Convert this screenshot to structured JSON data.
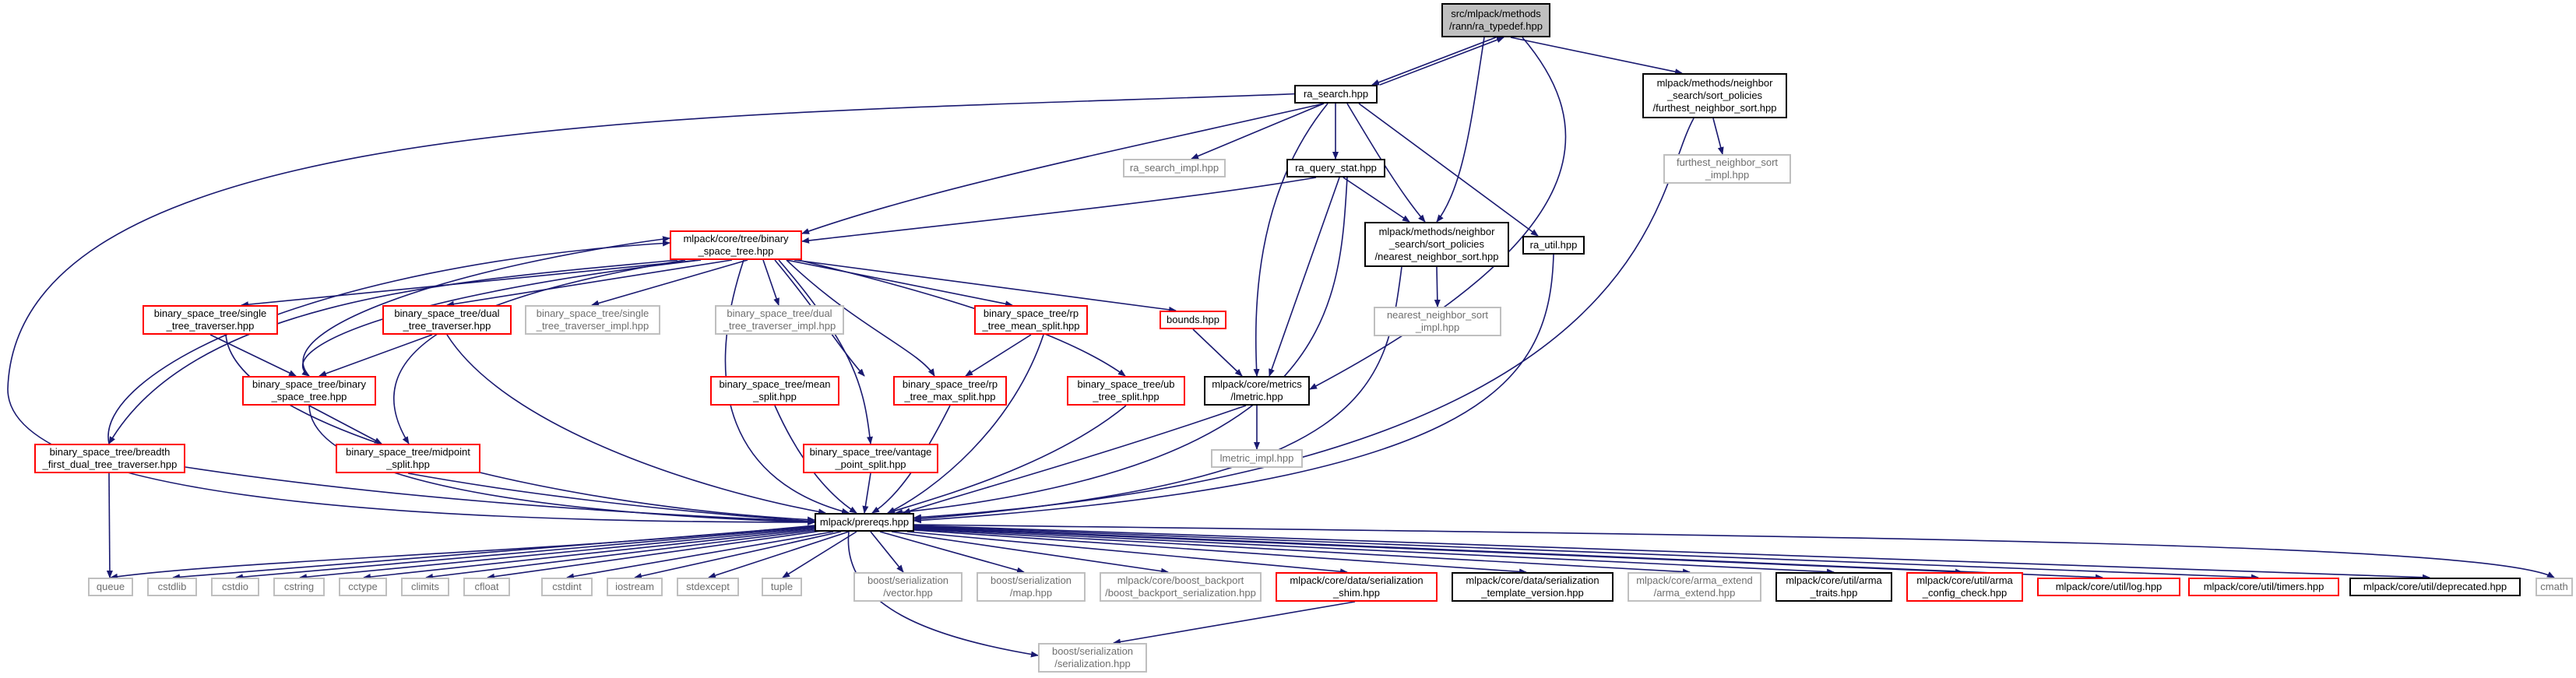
{
  "diagram": {
    "colors": {
      "edge": "#191970",
      "edge_gray": "#a9a9a9",
      "border": "#000000",
      "border_red": "#ff0000",
      "border_gray": "#bfbfbf",
      "current_fill": "#bfbfbf"
    },
    "nodes": {
      "ra_typedef": {
        "label": "src/mlpack/methods\n/rann/ra_typedef.hpp"
      },
      "ra_search": {
        "label": "ra_search.hpp"
      },
      "furthest": {
        "label": "mlpack/methods/neighbor\n_search/sort_policies\n/furthest_neighbor_sort.hpp"
      },
      "ra_search_impl": {
        "label": "ra_search_impl.hpp"
      },
      "ra_query_stat": {
        "label": "ra_query_stat.hpp"
      },
      "furthest_impl": {
        "label": "furthest_neighbor_sort\n_impl.hpp"
      },
      "binary_space_tree_main": {
        "label": "mlpack/core/tree/binary\n_space_tree.hpp"
      },
      "nearest": {
        "label": "mlpack/methods/neighbor\n_search/sort_policies\n/nearest_neighbor_sort.hpp"
      },
      "ra_util": {
        "label": "ra_util.hpp"
      },
      "nearest_impl": {
        "label": "nearest_neighbor_sort\n_impl.hpp"
      },
      "single_trav": {
        "label": "binary_space_tree/single\n_tree_traverser.hpp"
      },
      "dual_trav": {
        "label": "binary_space_tree/dual\n_tree_traverser.hpp"
      },
      "single_trav_impl": {
        "label": "binary_space_tree/single\n_tree_traverser_impl.hpp"
      },
      "dual_trav_impl": {
        "label": "binary_space_tree/dual\n_tree_traverser_impl.hpp"
      },
      "rp_mean": {
        "label": "binary_space_tree/rp\n_tree_mean_split.hpp"
      },
      "bounds": {
        "label": "bounds.hpp"
      },
      "bst_bst": {
        "label": "binary_space_tree/binary\n_space_tree.hpp"
      },
      "mean_split": {
        "label": "binary_space_tree/mean\n_split.hpp"
      },
      "rp_max": {
        "label": "binary_space_tree/rp\n_tree_max_split.hpp"
      },
      "ub_split": {
        "label": "binary_space_tree/ub\n_tree_split.hpp"
      },
      "lmetric": {
        "label": "mlpack/core/metrics\n/lmetric.hpp"
      },
      "breadth_first": {
        "label": "binary_space_tree/breadth\n_first_dual_tree_traverser.hpp"
      },
      "midpoint": {
        "label": "binary_space_tree/midpoint\n_split.hpp"
      },
      "vantage": {
        "label": "binary_space_tree/vantage\n_point_split.hpp"
      },
      "lmetric_impl": {
        "label": "lmetric_impl.hpp"
      },
      "prereqs": {
        "label": "mlpack/prereqs.hpp"
      },
      "queue": {
        "label": "queue"
      },
      "cstdlib": {
        "label": "cstdlib"
      },
      "cstdio": {
        "label": "cstdio"
      },
      "cstring": {
        "label": "cstring"
      },
      "cctype": {
        "label": "cctype"
      },
      "climits": {
        "label": "climits"
      },
      "cfloat": {
        "label": "cfloat"
      },
      "cstdint": {
        "label": "cstdint"
      },
      "iostream": {
        "label": "iostream"
      },
      "stdexcept": {
        "label": "stdexcept"
      },
      "tuple": {
        "label": "tuple"
      },
      "bs_vector": {
        "label": "boost/serialization\n/vector.hpp"
      },
      "bs_map": {
        "label": "boost/serialization\n/map.hpp"
      },
      "boost_backport": {
        "label": "mlpack/core/boost_backport\n/boost_backport_serialization.hpp"
      },
      "ser_shim": {
        "label": "mlpack/core/data/serialization\n_shim.hpp"
      },
      "ser_template": {
        "label": "mlpack/core/data/serialization\n_template_version.hpp"
      },
      "arma_extend": {
        "label": "mlpack/core/arma_extend\n/arma_extend.hpp"
      },
      "arma_traits": {
        "label": "mlpack/core/util/arma\n_traits.hpp"
      },
      "arma_config": {
        "label": "mlpack/core/util/arma\n_config_check.hpp"
      },
      "log": {
        "label": "mlpack/core/util/log.hpp"
      },
      "timers": {
        "label": "mlpack/core/util/timers.hpp"
      },
      "deprecated": {
        "label": "mlpack/core/util/deprecated.hpp"
      },
      "cmath": {
        "label": "cmath"
      },
      "bs_serialization": {
        "label": "boost/serialization\n/serialization.hpp"
      }
    }
  }
}
